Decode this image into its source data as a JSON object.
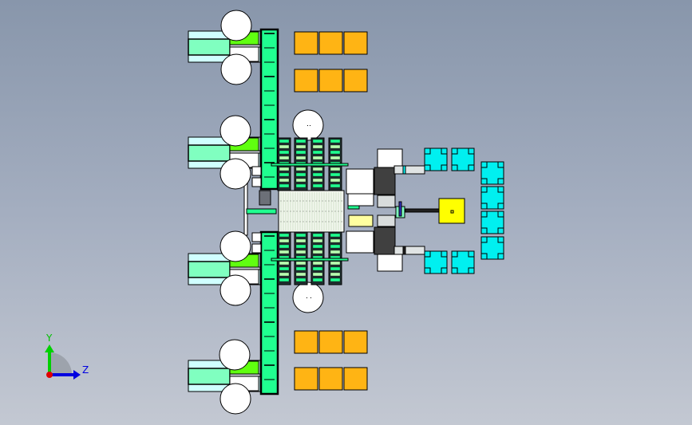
{
  "app": {
    "type": "3D CAD viewport",
    "view": "top view - production line layout assembly"
  },
  "triad": {
    "axes": [
      {
        "label": "Y",
        "color": "#00c800"
      },
      {
        "label": "Z",
        "color": "#0000e0"
      }
    ],
    "x_axis_color": "#e00000"
  },
  "colors": {
    "background_top": "#8896ab",
    "background_bottom": "#c3c8d2",
    "conveyor_green": "#20ff90",
    "light_green": "#80ffc0",
    "lime": "#60ff10",
    "pale_cyan": "#d0ffff",
    "orange_pallet": "#ffb414",
    "cyan_pallet": "#00f0f0",
    "yellow_robot_base": "#ffff00",
    "pale_yellow": "#ffffa0",
    "outline": "#000000"
  },
  "components": {
    "loader_stations": 4,
    "round_tables": 10,
    "orange_pallets": 12,
    "cyan_pallets": 8,
    "parallel_conveyors_per_side": 4,
    "central_robot": 1
  }
}
